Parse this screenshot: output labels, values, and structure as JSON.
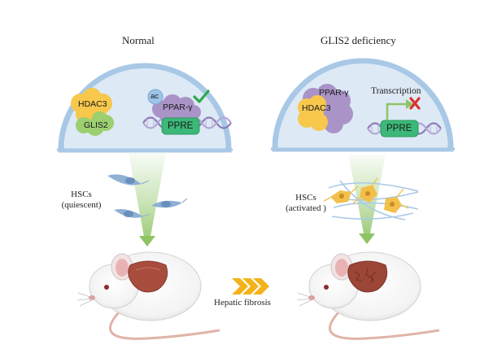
{
  "panels": {
    "left": {
      "title": "Normal",
      "proteins": {
        "hdac3": "HDAC3",
        "glis2": "GLIS2",
        "ac": "ac",
        "ppar": "PPAR-γ",
        "ppre": "PPRE"
      },
      "status_icon": "check-icon",
      "hsc_label": [
        "HSCs",
        "(quiescent)"
      ]
    },
    "right": {
      "title": "GLIS2 deficiency",
      "proteins": {
        "ppar": "PPAR-γ",
        "hdac3": "HDAC3",
        "ppre": "PPRE"
      },
      "transcription_label": "Transcription",
      "status_icon": "cross-icon",
      "hsc_label": [
        "HSCs",
        "(activated )"
      ]
    }
  },
  "center": {
    "label": "Hepatic fibrosis",
    "icon": "chevron-arrows-icon"
  },
  "colors": {
    "cell_fill": "#ddeaf6",
    "cell_border": "#9ec0e2",
    "ppre_green": "#3cb878",
    "arrow_green": "#8fc466",
    "check_green": "#2ea84a",
    "cross_red": "#d9322b",
    "chevron_orange": "#f4b21a",
    "dna_purple": "#8b79b8"
  }
}
